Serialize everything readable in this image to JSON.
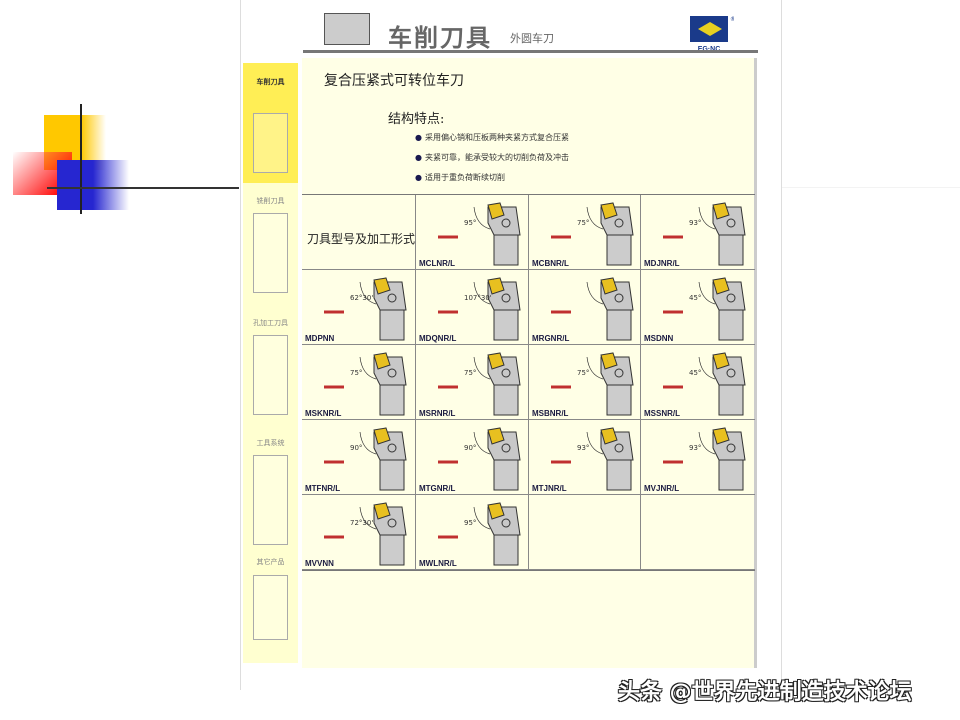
{
  "header": {
    "title": "车削刀具",
    "subtitle": "外圆车刀",
    "logo_text": "EG·NC"
  },
  "sidebar": {
    "items": [
      {
        "label": "车削刀具",
        "active": true
      },
      {
        "label": "铣削刀具"
      },
      {
        "label": "孔加工刀具"
      },
      {
        "label": "工具系统"
      },
      {
        "label": "其它产品"
      }
    ]
  },
  "main": {
    "title": "复合压紧式可转位车刀",
    "features_title": "结构特点:",
    "features": [
      "采用偏心销和压板两种夹紧方式复合压紧",
      "夹紧可靠，能承受较大的切削负荷及冲击",
      "适用于重负荷断续切削"
    ],
    "grid_header": "刀具型号及加工形式",
    "tools": [
      {
        "code": "MCLNR/L",
        "angle": "95°"
      },
      {
        "code": "MCBNR/L",
        "angle": "75°"
      },
      {
        "code": "MDJNR/L",
        "angle": "93°"
      },
      {
        "code": "MDPNN",
        "angle": "62°30'"
      },
      {
        "code": "MDQNR/L",
        "angle": "107°30'"
      },
      {
        "code": "MRGNR/L",
        "angle": ""
      },
      {
        "code": "MSDNN",
        "angle": "45°"
      },
      {
        "code": "MSKNR/L",
        "angle": "75°"
      },
      {
        "code": "MSRNR/L",
        "angle": "75°"
      },
      {
        "code": "MSBNR/L",
        "angle": "75°"
      },
      {
        "code": "MSSNR/L",
        "angle": "45°"
      },
      {
        "code": "MTFNR/L",
        "angle": "90°"
      },
      {
        "code": "MTGNR/L",
        "angle": "90°"
      },
      {
        "code": "MTJNR/L",
        "angle": "93°"
      },
      {
        "code": "MVJNR/L",
        "angle": "93°"
      },
      {
        "code": "MVVNN",
        "angle": "72°30'"
      },
      {
        "code": "MWLNR/L",
        "angle": "95°"
      }
    ]
  },
  "watermark": "头条 @世界先进制造技术论坛",
  "colors": {
    "content_bg": "#ffffe6",
    "sidebar_active": "#ffee55",
    "insert": "#e8c020",
    "arrow": "#c03030"
  }
}
